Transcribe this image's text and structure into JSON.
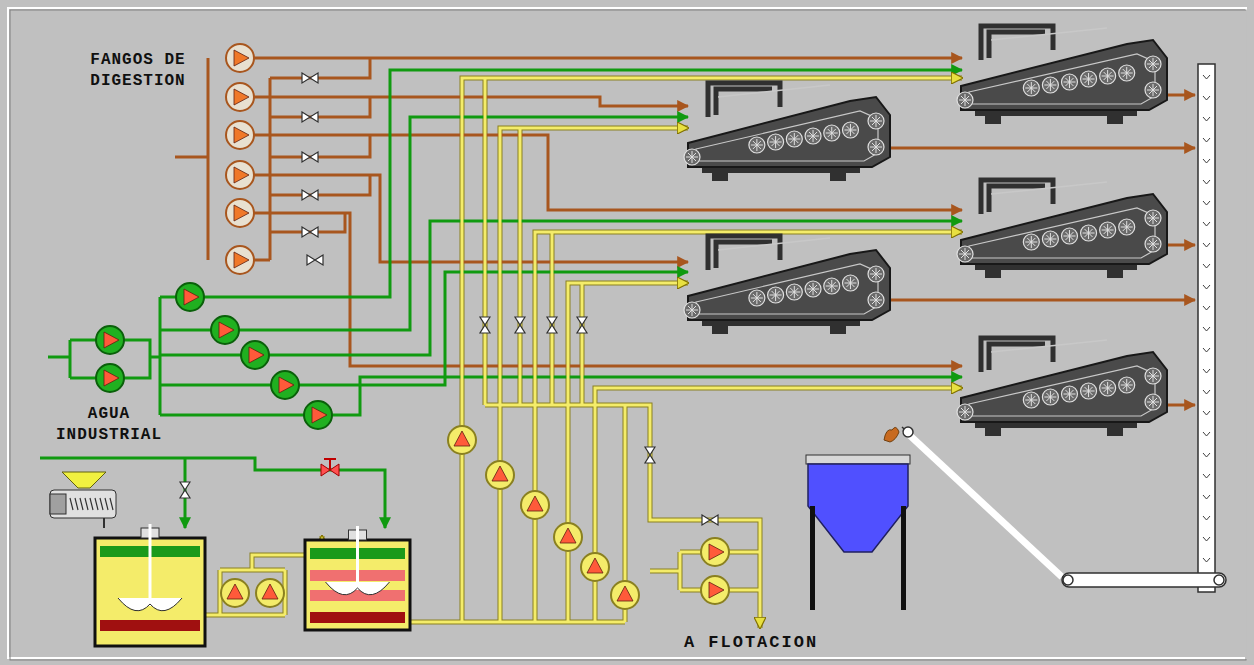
{
  "diagram": {
    "labels": [
      "FANGOS DE DIGESTION",
      "AGUA INDUSTRIAL",
      "A FLOTACION"
    ]
  }
}
